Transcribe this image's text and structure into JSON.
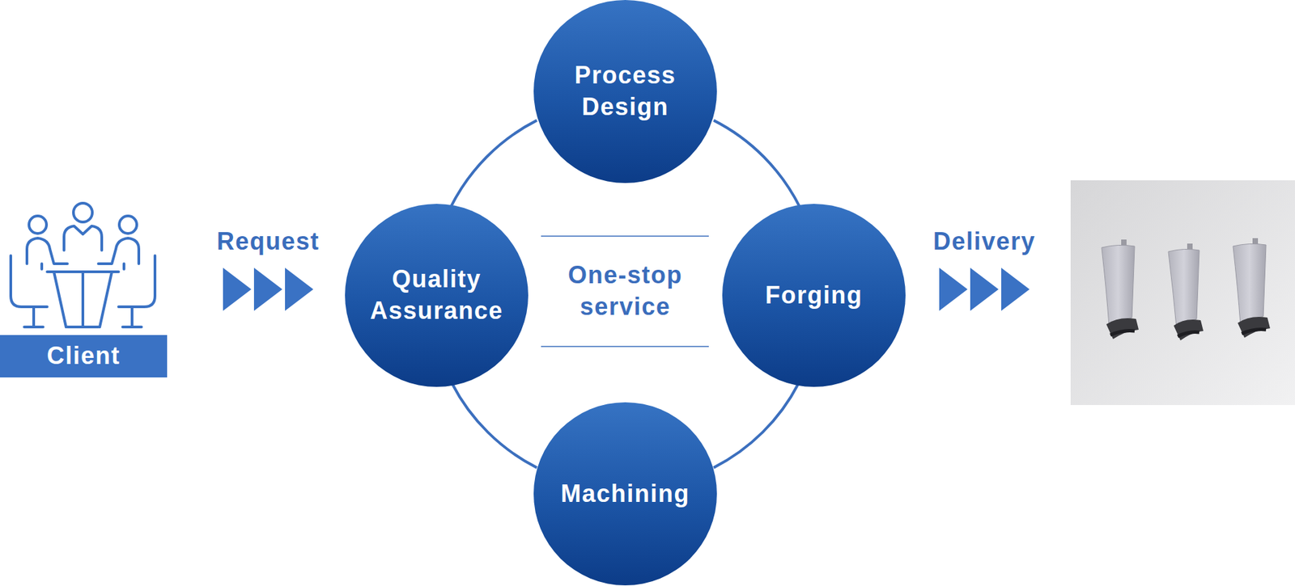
{
  "diagram": {
    "nodes": [
      {
        "text": [
          "Client"
        ]
      },
      {
        "text": [
          "Process Design"
        ]
      },
      {
        "text": [
          "Quality Assurance"
        ]
      },
      {
        "text": [
          "Forging"
        ]
      },
      {
        "text": [
          "Machining"
        ]
      }
    ],
    "edges": [
      {
        "from": 1,
        "to": 3,
        "arrow": "none"
      },
      {
        "from": 3,
        "to": 4,
        "arrow": "none"
      },
      {
        "from": 4,
        "to": 2,
        "arrow": "none"
      },
      {
        "from": 2,
        "to": 1,
        "arrow": "none"
      }
    ],
    "labels": [
      "Request",
      "One-stop service",
      "Delivery"
    ]
  }
}
